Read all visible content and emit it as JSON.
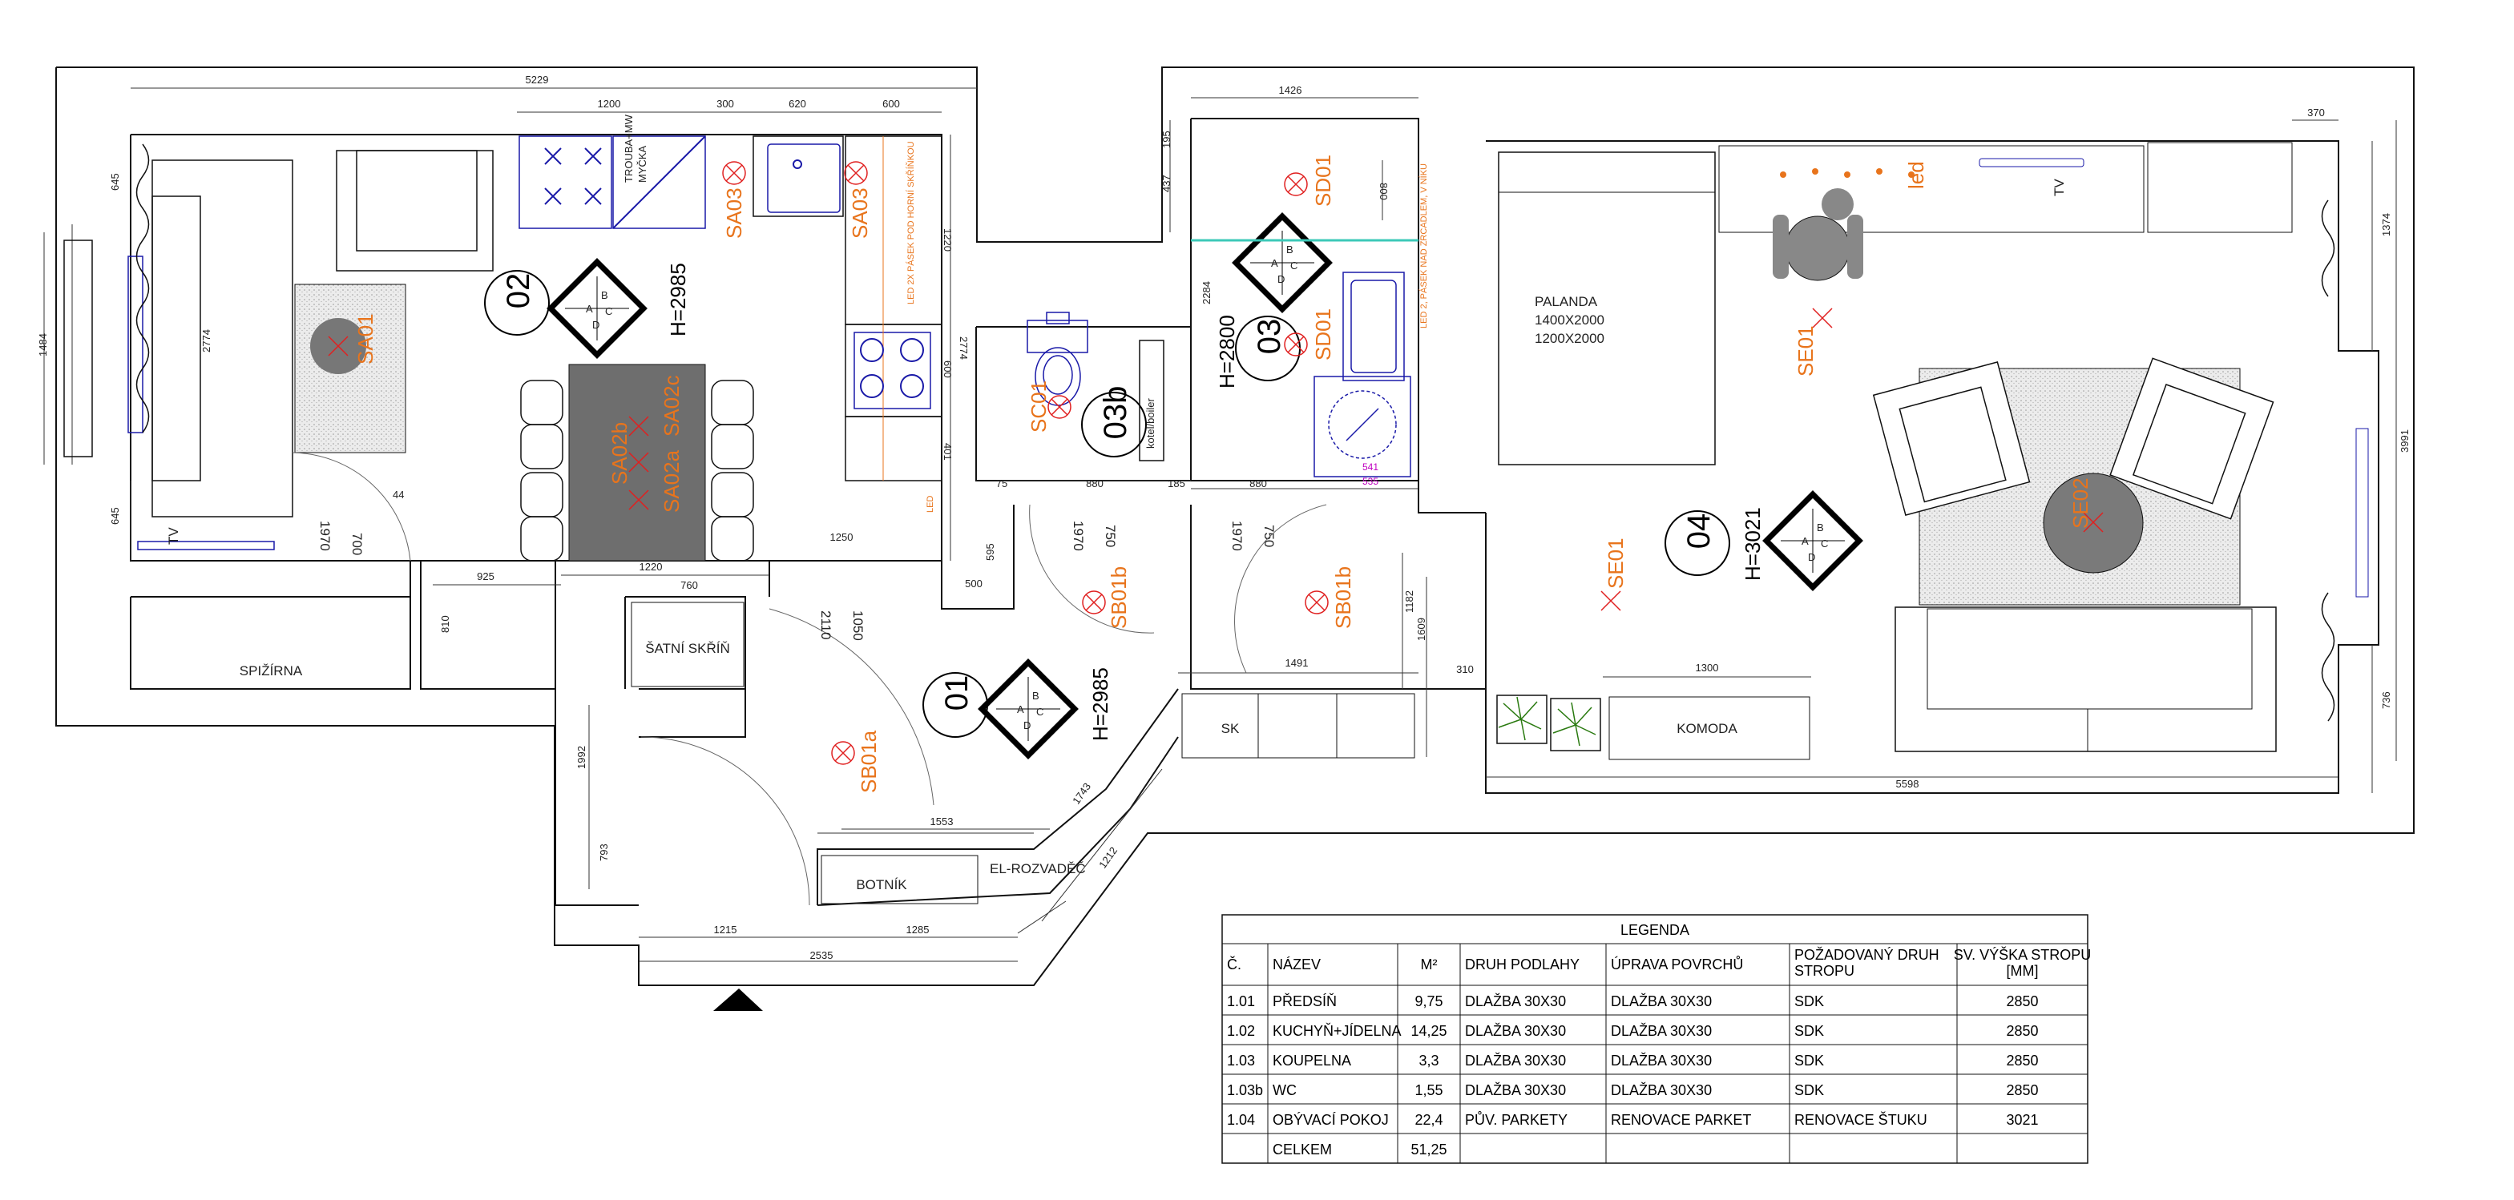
{
  "overall": {
    "width": "5229",
    "living_width": "5598"
  },
  "kitchen_dims": {
    "a": "1200",
    "b": "300",
    "c": "620",
    "d": "600",
    "depth": "1220",
    "h": "2774",
    "e": "600",
    "f": "401"
  },
  "bath_dims": {
    "top": "1426",
    "side": "2284",
    "a": "195",
    "b": "437",
    "c": "800"
  },
  "misc_dims": {
    "left_h": "1484",
    "left_top": "645",
    "left_bot": "645",
    "sofa": "2774",
    "gap44": "44",
    "door700": "700",
    "door1970": "1970",
    "d925": "925",
    "d1220": "1220",
    "d810": "810",
    "d760": "760",
    "d1250": "1250",
    "d1050": "1050",
    "d2110": "2110",
    "d595": "595",
    "d500": "500",
    "d75": "75",
    "d880a": "880",
    "d185": "185",
    "d880b": "880",
    "d750a": "750",
    "d1970a": "1970",
    "d750b": "750",
    "d1970b": "1970",
    "d1182": "1182",
    "d1609": "1609",
    "d1491": "1491",
    "d310": "310",
    "d1300": "1300",
    "d1992": "1992",
    "d793": "793",
    "d1553": "1553",
    "d1743": "1743",
    "d1212": "1212",
    "d1215": "1215",
    "d1285": "1285",
    "d2535": "2535",
    "r370": "370",
    "r1374": "1374",
    "r3991": "3991",
    "r736": "736"
  },
  "rooms": {
    "r01": {
      "num": "01",
      "h": "H=2985"
    },
    "r02": {
      "num": "02",
      "h": "H=2985"
    },
    "r03": {
      "num": "03",
      "h": "H=2800"
    },
    "r03b": {
      "num": "03b"
    },
    "r04": {
      "num": "04",
      "h": "H=3021"
    }
  },
  "labels": {
    "spizirna": "SPIŽÍRNA",
    "satni": "ŠATNÍ SKŘÍŇ",
    "botnik": "BOTNÍK",
    "elroz": "EL-ROZVADĚČ",
    "sk": "SK",
    "komoda": "KOMODA",
    "palanda": "PALANDA",
    "palanda1": "1400X2000",
    "palanda2": "1200X2000",
    "tv": "TV",
    "tv2": "TV",
    "led": "led",
    "led_small": "LED",
    "kotel": "kotel/boiler",
    "trouba": "TROUBA+MW",
    "mycka": "MYČKA",
    "led_kitchen": "LED 2X PÁSEK POD HORNÍ SKŘÍŇKOU",
    "led_bath": "LED 2, PÁSEK NAD ZRCADLEM, V NÍKU",
    "mag541": "541",
    "mag535": "535",
    "compass_a": "A",
    "compass_b": "B",
    "compass_c": "C",
    "compass_d": "D"
  },
  "fixtures": {
    "sa01": "SA01",
    "sa02a": "SA02a",
    "sa02b": "SA02b",
    "sa02c": "SA02c",
    "sa03a": "SA03",
    "sa03b": "SA03",
    "sd01a": "SD01",
    "sd01b": "SD01",
    "sc01": "SC01",
    "sb01a": "SB01a",
    "sb01b1": "SB01b",
    "sb01b2": "SB01b",
    "se01a": "SE01",
    "se01b": "SE01",
    "se02": "SE02"
  },
  "legend": {
    "title": "LEGENDA",
    "headers": [
      "Č.",
      "NÁZEV",
      "M²",
      "DRUH PODLAHY",
      "ÚPRAVA POVRCHŮ",
      "POŽADOVANÝ DRUH STROPU",
      "SV. VÝŠKA STROPU [MM]"
    ],
    "rows": [
      [
        "1.01",
        "PŘEDSÍŇ",
        "9,75",
        "DLAŽBA 30X30",
        "DLAŽBA 30X30",
        "SDK",
        "2850"
      ],
      [
        "1.02",
        "KUCHYŇ+JÍDELNA",
        "14,25",
        "DLAŽBA 30X30",
        "DLAŽBA 30X30",
        "SDK",
        "2850"
      ],
      [
        "1.03",
        "KOUPELNA",
        "3,3",
        "DLAŽBA 30X30",
        "DLAŽBA 30X30",
        "SDK",
        "2850"
      ],
      [
        "1.03b",
        "WC",
        "1,55",
        "DLAŽBA 30X30",
        "DLAŽBA 30X30",
        "SDK",
        "2850"
      ],
      [
        "1.04",
        "OBÝVACÍ POKOJ",
        "22,4",
        "PŮV. PARKETY",
        "RENOVACE PARKET",
        "RENOVACE ŠTUKU",
        "3021"
      ],
      [
        "",
        "CELKEM",
        "51,25",
        "",
        "",
        "",
        ""
      ]
    ]
  }
}
